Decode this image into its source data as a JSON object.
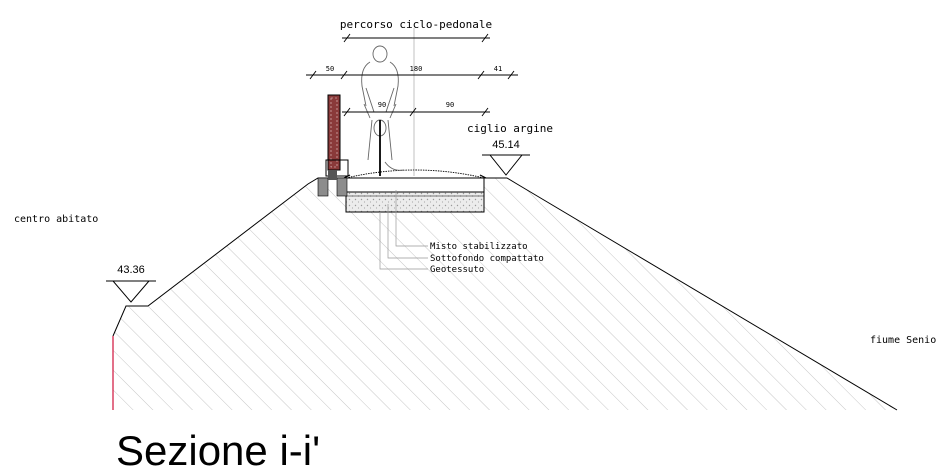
{
  "labels": {
    "path_label": "percorso ciclo-pedonale",
    "embankment_crest": "ciglio argine",
    "town_side": "centro abitato",
    "river_side": "fiume Senio",
    "section_title": "Sezione i-i'"
  },
  "elevations": {
    "crest": "45.14",
    "toe": "43.36"
  },
  "dimensions": {
    "left_margin": "50",
    "path_width": "180",
    "right_margin": "41",
    "half_left": "90",
    "half_right": "90"
  },
  "layers": [
    "Misto stabilizzato",
    "Sottofondo compattato",
    "Geotessuto"
  ],
  "colors": {
    "line": "#000000",
    "hatch": "#b8b8b8",
    "accent_red": "#d0103a",
    "post_fill": "#8a3a3a",
    "footing_fill": "#8c8c8c",
    "gravel_fill": "#e4e4e4"
  }
}
